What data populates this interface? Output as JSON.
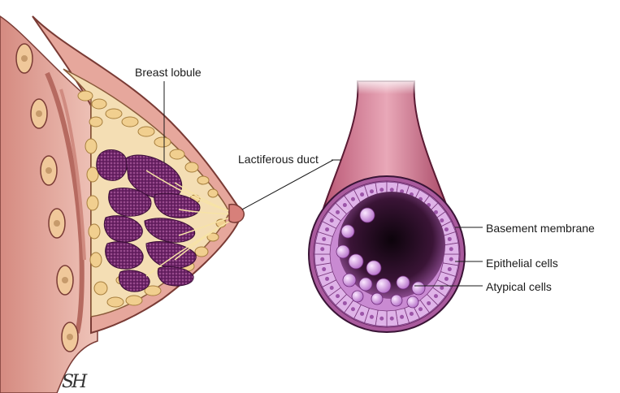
{
  "labels": {
    "breast_lobule": "Breast lobule",
    "lactiferous_duct": "Lactiferous duct",
    "basement_membrane": "Basement membrane",
    "epithelial_cells": "Epithelial cells",
    "atypical_cells": "Atypical cells"
  },
  "signature": "SH",
  "colors": {
    "skin": "#e8b7ae",
    "skin_dark": "#c9837a",
    "fat": "#f2d49b",
    "fat_outline": "#b89354",
    "lobule": "#7a2f73",
    "duct_outer": "#8a2f4e",
    "epithelium": "#c79ad6",
    "lumen": "#1e0a1c",
    "atypical": "#e6b8ef"
  }
}
